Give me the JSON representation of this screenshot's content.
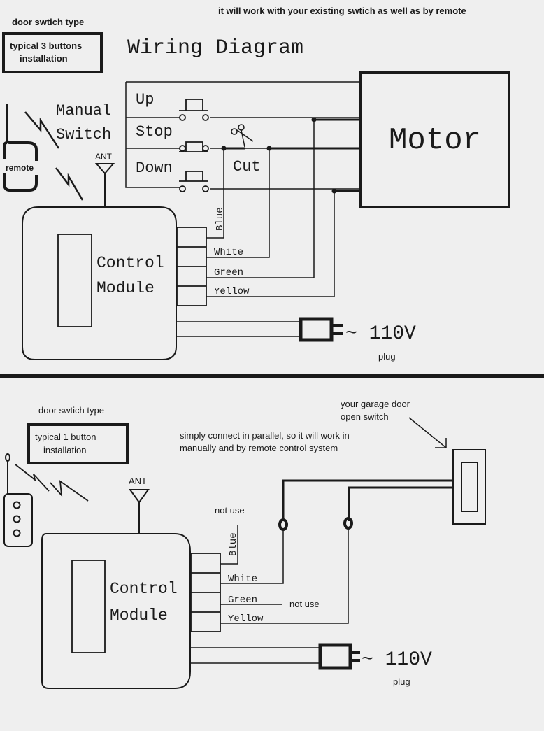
{
  "top": {
    "header_note": "it will work with your existing swtich as well as by remote",
    "door_switch_type": "door swtich type",
    "install_box": [
      "typical 3 buttons",
      "installation"
    ],
    "title": "Wiring Diagram",
    "manual_switch": [
      "Manual",
      "Switch"
    ],
    "remote_label": "remote",
    "ant_label": "ANT",
    "buttons": [
      "Up",
      "Stop",
      "Down"
    ],
    "cut_label": "Cut",
    "motor_label": "Motor",
    "control_module": [
      "Control",
      "Module"
    ],
    "wires": [
      "Blue",
      "White",
      "Green",
      "Yellow"
    ],
    "voltage": "~ 110V",
    "plug_label": "plug"
  },
  "bottom": {
    "door_switch_type": "door swtich type",
    "install_box": [
      "typical 1 button",
      "installation"
    ],
    "garage_switch_note": [
      "your garage door",
      "open switch"
    ],
    "parallel_note": [
      "simply connect in parallel, so it will work in",
      "manually and by remote control system"
    ],
    "ant_label": "ANT",
    "not_use_top": "not use",
    "not_use_green": "not use",
    "control_module": [
      "Control",
      "Module"
    ],
    "wires": [
      "Blue",
      "White",
      "Green",
      "Yellow"
    ],
    "voltage": "~ 110V",
    "plug_label": "plug"
  }
}
